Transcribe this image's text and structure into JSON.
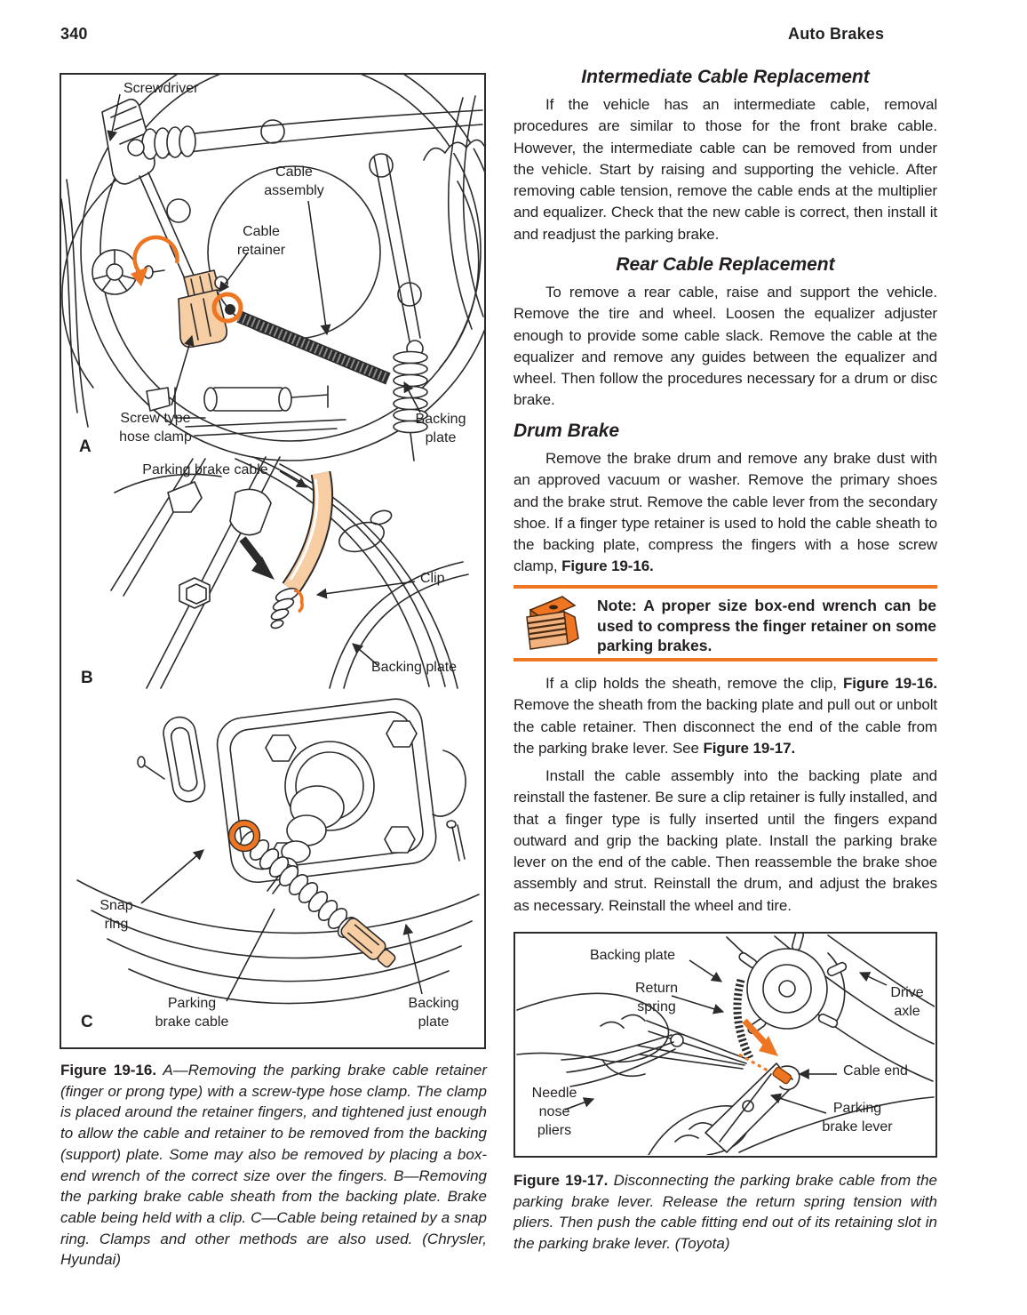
{
  "header": {
    "page_number": "340",
    "running_head": "Auto Brakes"
  },
  "colors": {
    "accent_orange": "#ee7623",
    "cable_tan": "#f7cda4",
    "ink": "#231f20",
    "paper": "#ffffff"
  },
  "right_column": {
    "intermediate": {
      "heading": "Intermediate Cable Replacement",
      "body": "If the vehicle has an intermediate cable, removal procedures are similar to those for the front brake cable. However, the intermediate cable can be removed from under the vehicle. Start by raising and supporting the vehicle. After removing cable tension, remove the cable ends at the multiplier and equalizer. Check that the new cable is correct, then install it and readjust the parking brake."
    },
    "rear": {
      "heading": "Rear Cable Replacement",
      "body": "To remove a rear cable, raise and support the vehicle. Remove the tire and wheel. Loosen the equalizer adjuster enough to provide some cable slack. Remove the cable at the equalizer and remove any guides between the equalizer and wheel. Then follow the procedures necessary for a drum or disc brake."
    },
    "drum": {
      "heading": "Drum Brake",
      "p1": [
        {
          "t": "Remove the brake drum and remove any brake dust with an approved vacuum or washer. Remove the primary shoes and the brake strut. Remove the cable lever from the secondary shoe. If a finger type retainer is used to hold the cable sheath to the backing plate, compress the fingers with a hose screw clamp, "
        },
        {
          "t": "Figure 19-16.",
          "b": true
        }
      ],
      "note": "Note: A proper size box-end wrench can be used to compress the finger retainer on some parking brakes.",
      "p2": [
        {
          "t": "If a clip holds the sheath, remove the clip, "
        },
        {
          "t": "Figure 19-16.",
          "b": true
        },
        {
          "t": " Remove the sheath from the backing plate and pull out or unbolt the cable retainer. Then disconnect the end of the cable from the parking brake lever. See "
        },
        {
          "t": "Figure 19-17.",
          "b": true
        }
      ],
      "p3": "Install the cable assembly into the backing plate and reinstall the fastener. Be sure a clip retainer is fully installed, and that a finger type is fully inserted until the fingers expand outward and grip the backing plate. Install the parking brake lever on the end of the cable. Then reassemble the brake shoe assembly and strut. Reinstall the drum, and adjust the brakes as necessary. Reinstall the wheel and tire."
    }
  },
  "figure16": {
    "labels": {
      "screwdriver": "Screwdriver",
      "cable_assembly": "Cable\nassembly",
      "cable_retainer": "Cable\nretainer",
      "screw_type_hose_clamp": "Screw type\nhose clamp",
      "backing_plate_a": "Backing\nplate",
      "letter_a": "A",
      "parking_brake_cable_b": "Parking brake cable",
      "clip": "Clip",
      "backing_plate_b": "Backing plate",
      "letter_b": "B",
      "snap_ring": "Snap\nring",
      "parking_brake_cable_c": "Parking\nbrake cable",
      "backing_plate_c": "Backing\nplate",
      "letter_c": "C"
    },
    "caption": [
      {
        "t": "Figure 19-16.",
        "b": true
      },
      {
        "t": " A—Removing the parking brake cable retainer (finger or prong type) with a screw-type hose clamp. The clamp is placed around the retainer fingers, and tightened just enough to allow the cable and retainer to be removed from the backing (support) plate. Some may also be removed by placing a box-end wrench of the correct size over the fingers. B—Removing the parking brake cable sheath from the backing plate. Brake cable being held with a clip. C—Cable being retained by a snap ring. Clamps and other methods are also used. (Chrysler, Hyundai)",
        "i": true
      }
    ]
  },
  "figure17": {
    "labels": {
      "backing_plate": "Backing plate",
      "return_spring": "Return\nspring",
      "needle_nose_pliers": "Needle\nnose\npliers",
      "drive_axle": "Drive\naxle",
      "cable_end": "Cable end",
      "parking_brake_lever": "Parking\nbrake lever"
    },
    "caption": [
      {
        "t": "Figure 19-17.",
        "b": true
      },
      {
        "t": " Disconnecting the parking brake cable from the parking brake lever. Release the return spring tension with pliers. Then push the cable fitting end out of its retaining slot in the parking brake lever. (Toyota)",
        "i": true
      }
    ]
  }
}
